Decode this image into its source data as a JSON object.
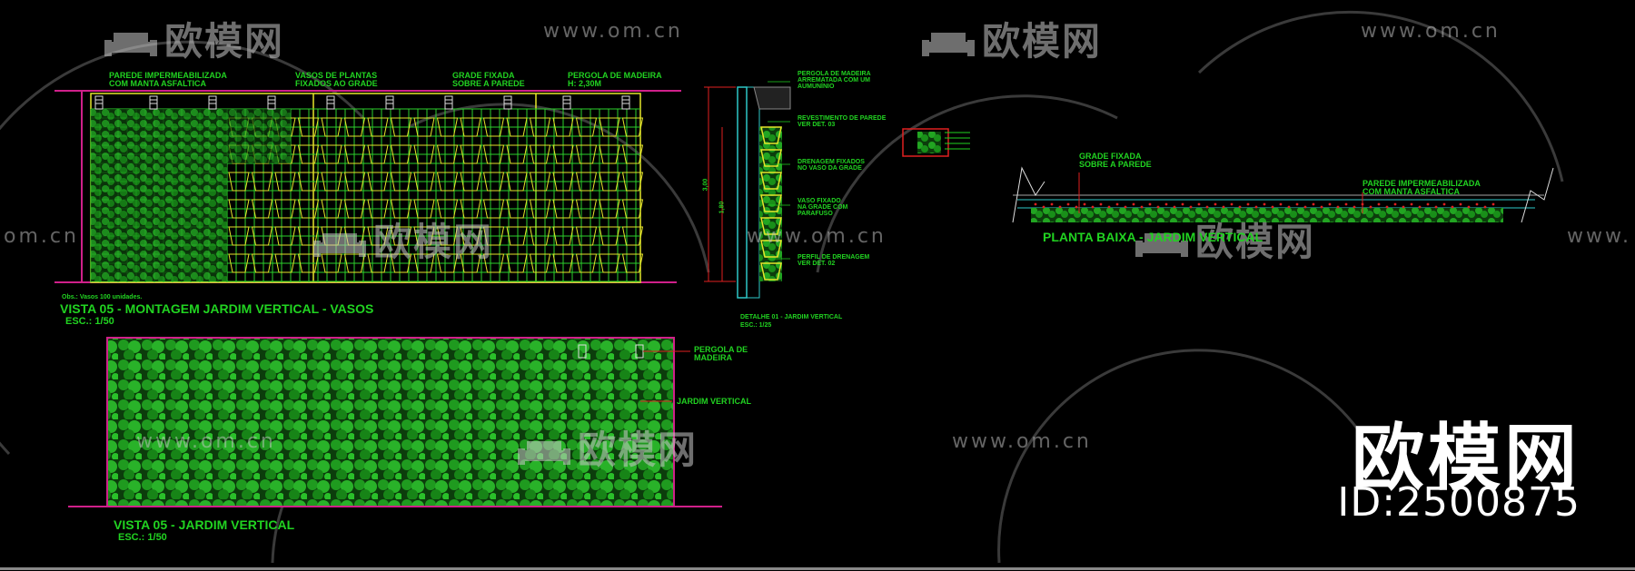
{
  "watermark": {
    "brand": "欧模网",
    "url": "www.om.cn",
    "url_short": "om.cn",
    "url_partial": "www."
  },
  "brand_corner": {
    "name": "欧模网",
    "id": "ID:2500875"
  },
  "view_pots": {
    "notes": [
      "PAREDE IMPERMEABILIZADA\nCOM MANTA ASFALTICA",
      "VASOS DE PLANTAS\nFIXADOS AO GRADE",
      "GRADE FIXADA\nSOBRE A PAREDE",
      "PERGOLA DE MADEIRA\nH: 2,30M"
    ],
    "small_note": "Obs.: Vasos 100 unidades.",
    "title": "VISTA 05 - MONTAGEM JARDIM VERTICAL - VASOS",
    "scale": "ESC.: 1/50"
  },
  "view_garden": {
    "notes": [
      "PERGOLA DE\nMADEIRA",
      "JARDIM VERTICAL"
    ],
    "title": "VISTA 05 -  JARDIM VERTICAL",
    "scale": "ESC.: 1/50"
  },
  "detail_section": {
    "notes": [
      "PERGOLA DE MADEIRA\nARREMATADA COM UM\nAUMUNÍNIO",
      "REVESTIMENTO DE PAREDE\nVER DET. 03",
      "DRENAGEM FIXADOS\nNO VASO DA GRADE",
      "VASO FIXADO\nNA GRADE COM\nPARAFUSO",
      "PERFIL DE DRENAGEM\nVER DET. 02"
    ],
    "dims": [
      "3,00",
      "1,80"
    ],
    "title": "DETALHE 01 - JARDIM VERTICAL",
    "scale": "ESC.: 1/25"
  },
  "plan": {
    "notes": [
      "GRADE FIXADA\nSOBRE A PAREDE",
      "PAREDE IMPERMEABILIZADA\nCOM MANTA ASFALTICA"
    ],
    "title": "PLANTA BAIXA - JARDIM VERTICAL"
  },
  "colors": {
    "green": "#21d321",
    "magenta": "#d0208a",
    "yellow": "#e5e52a",
    "cyan": "#2ec7c7",
    "foliage": "#1e9a1e",
    "red": "#e02020",
    "watermark": "#bdbdbd"
  }
}
